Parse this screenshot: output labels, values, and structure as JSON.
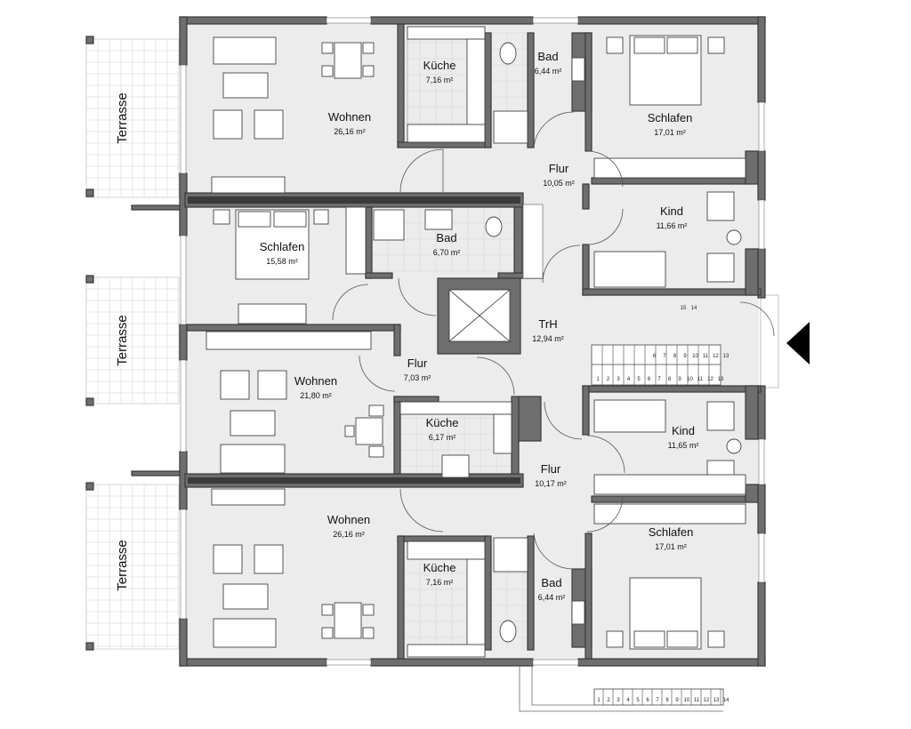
{
  "plan": {
    "rooms": [
      {
        "name": "Küche",
        "area": "7,16 m²"
      },
      {
        "name": "Bad",
        "area": "6,44 m²"
      },
      {
        "name": "Wohnen",
        "area": "26,16 m²"
      },
      {
        "name": "Schlafen",
        "area": "17,01 m²"
      },
      {
        "name": "Flur",
        "area": "10,05 m²"
      },
      {
        "name": "Kind",
        "area": "11,66 m²"
      },
      {
        "name": "Schlafen",
        "area": "15,58 m²"
      },
      {
        "name": "Bad",
        "area": "6,70 m²"
      },
      {
        "name": "TrH",
        "area": "12,94 m²"
      },
      {
        "name": "Flur",
        "area": "7,03 m²"
      },
      {
        "name": "Wohnen",
        "area": "21,80 m²"
      },
      {
        "name": "Küche",
        "area": "6,17 m²"
      },
      {
        "name": "Kind",
        "area": "11,65 m²"
      },
      {
        "name": "Flur",
        "area": "10,17 m²"
      },
      {
        "name": "Wohnen",
        "area": "26,16 m²"
      },
      {
        "name": "Schlafen",
        "area": "17,01 m²"
      },
      {
        "name": "Küche",
        "area": "7,16 m²"
      },
      {
        "name": "Bad",
        "area": "6,44 m²"
      }
    ],
    "terraces": [
      "Terrasse",
      "Terrasse",
      "Terrasse"
    ],
    "stair_steps": [
      "1",
      "2",
      "3",
      "4",
      "5",
      "6",
      "7",
      "8",
      "9",
      "10",
      "11",
      "12",
      "13",
      "14",
      "15"
    ],
    "colors": {
      "wall": "#6e6e6e",
      "floor": "#ececec",
      "entrance_arrow": "#000000"
    }
  }
}
